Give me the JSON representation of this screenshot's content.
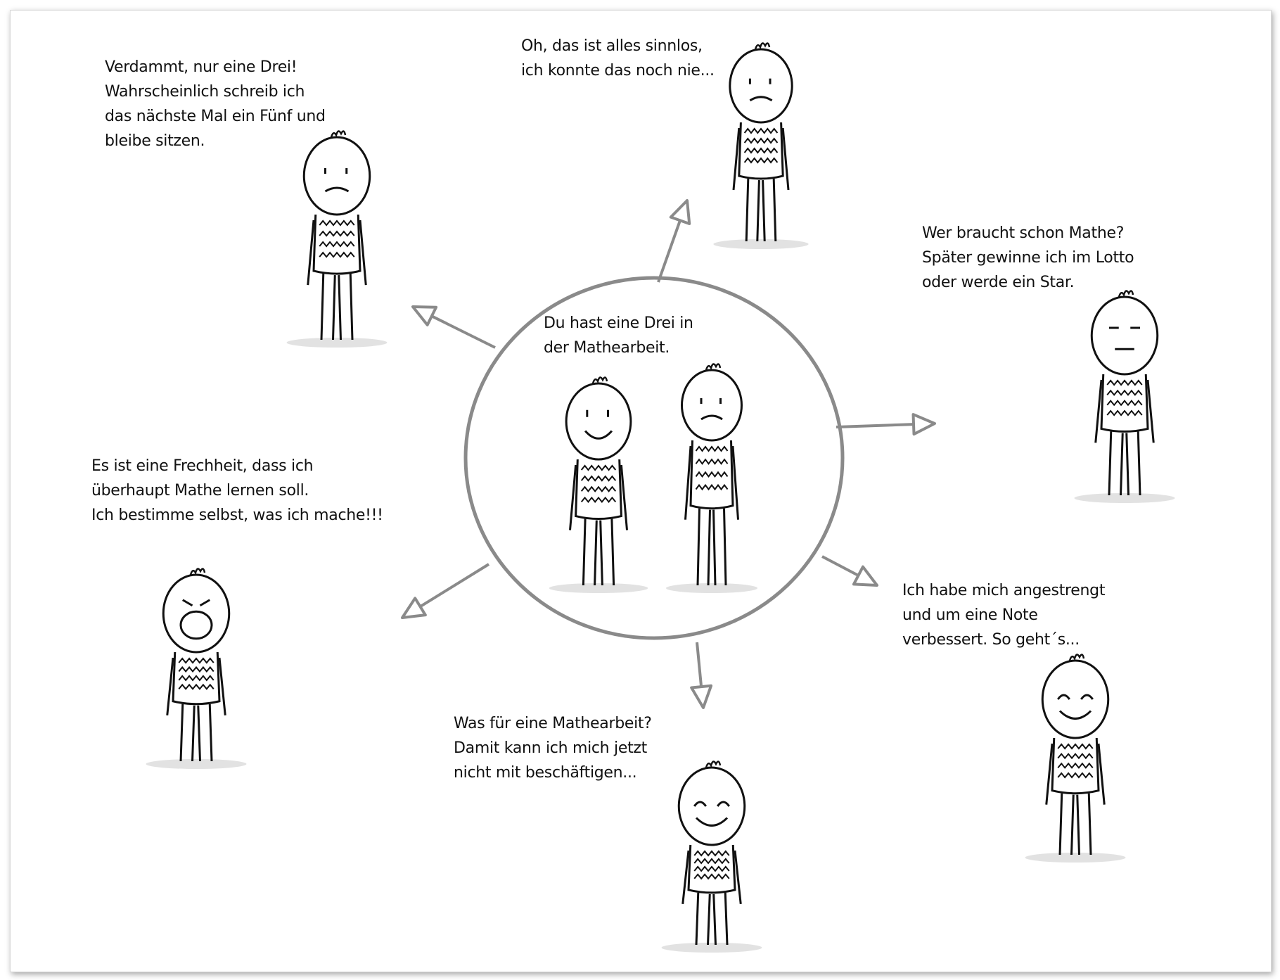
{
  "center": {
    "lines": [
      "Du hast eine Drei in",
      "der Mathearbeit."
    ]
  },
  "reactions": [
    {
      "id": "anxious",
      "lines": [
        "Verdammt, nur eine Drei!",
        "Wahrscheinlich schreib ich",
        "das nächste Mal ein Fünf und",
        "bleibe sitzen."
      ]
    },
    {
      "id": "resigned",
      "lines": [
        "Oh, das ist alles sinnlos,",
        "ich konnte das noch nie..."
      ]
    },
    {
      "id": "dismissive",
      "lines": [
        "Wer braucht schon Mathe?",
        "Später gewinne ich im Lotto",
        "oder werde ein Star."
      ]
    },
    {
      "id": "angry",
      "lines": [
        "Es ist eine Frechheit, dass ich",
        "überhaupt Mathe lernen soll.",
        "Ich bestimme selbst, was ich mache!!!"
      ]
    },
    {
      "id": "proud",
      "lines": [
        "Ich habe mich angestrengt",
        "und um eine Note",
        "verbessert. So geht´s..."
      ]
    },
    {
      "id": "avoidant",
      "lines": [
        "Was für eine Mathearbeit?",
        "Damit kann ich mich jetzt",
        "nicht mit beschäftigen..."
      ]
    }
  ],
  "colors": {
    "circle": "#8a8a8a",
    "arrow": "#8a8a8a",
    "ink": "#111111",
    "shadow": "#e2e2e2"
  }
}
